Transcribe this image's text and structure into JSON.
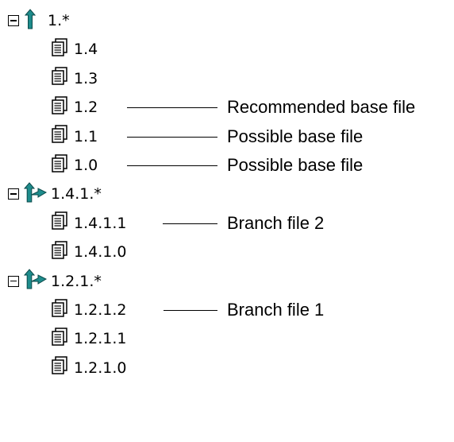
{
  "tree": {
    "groups": [
      {
        "label": "1.*",
        "icon": "trunk-branch-icon",
        "children": [
          {
            "label": "1.4",
            "annotation": ""
          },
          {
            "label": "1.3",
            "annotation": ""
          },
          {
            "label": "1.2",
            "annotation": "Recommended base file"
          },
          {
            "label": "1.1",
            "annotation": "Possible base file"
          },
          {
            "label": "1.0",
            "annotation": "Possible base file"
          }
        ]
      },
      {
        "label": "1.4.1.*",
        "icon": "side-branch-icon",
        "children": [
          {
            "label": "1.4.1.1",
            "annotation": "Branch file 2"
          },
          {
            "label": "1.4.1.0",
            "annotation": ""
          }
        ]
      },
      {
        "label": "1.2.1.*",
        "icon": "side-branch-icon",
        "children": [
          {
            "label": "1.2.1.2",
            "annotation": "Branch file 1"
          },
          {
            "label": "1.2.1.1",
            "annotation": ""
          },
          {
            "label": "1.2.1.0",
            "annotation": ""
          }
        ]
      }
    ]
  }
}
